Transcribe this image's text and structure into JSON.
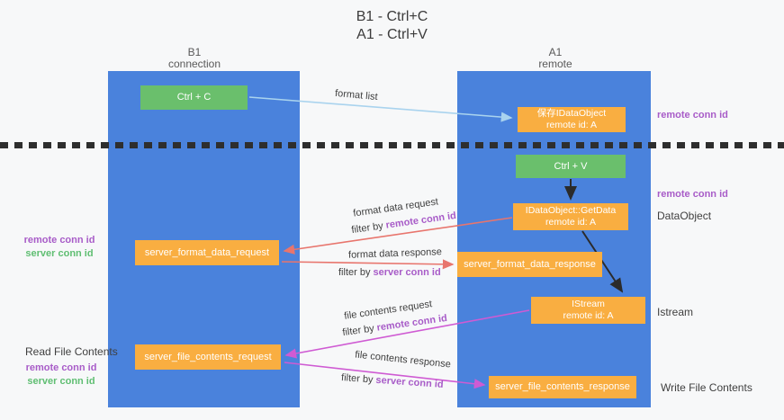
{
  "title": {
    "line1": "B1 - Ctrl+C",
    "line2": "A1 - Ctrl+V"
  },
  "columns": {
    "left": {
      "header_line1": "B1",
      "header_line2": "connection"
    },
    "right": {
      "header_line1": "A1",
      "header_line2": "remote"
    }
  },
  "nodes": {
    "ctrl_c": "Ctrl + C",
    "ctrl_v": "Ctrl + V",
    "save_idataobject_line1": "保存IDataObject",
    "save_idataobject_line2": "remote id: A",
    "getdata_line1": "IDataObject::GetData",
    "getdata_line2": "remote id: A",
    "istream_line1": "IStream",
    "istream_line2": "remote id: A",
    "format_request": "server_format_data_request",
    "format_response": "server_format_data_response",
    "file_request": "server_file_contents_request",
    "file_response": "server_file_contents_response"
  },
  "arrow_labels": {
    "format_list": "format list",
    "format_data_request": "format data request",
    "format_data_response": "format data response",
    "file_contents_request": "file contents request",
    "file_contents_response": "file contents response",
    "filter_by": "filter by",
    "remote_conn_id": "remote conn id",
    "server_conn_id": "server conn id"
  },
  "side_labels": {
    "remote_conn_id": "remote conn id",
    "server_conn_id": "server conn id",
    "data_object": "DataObject",
    "istream": "Istream",
    "read_file_contents": "Read File Contents",
    "write_file_contents": "Write File Contents"
  },
  "colors": {
    "column_blue": "#4a82dc",
    "node_green": "#6abf6c",
    "node_orange": "#f9ae41",
    "purple_text": "#a85cc8",
    "green_text": "#5fbe72",
    "arrow_lightblue": "#a9d3ee",
    "arrow_salmon": "#e8756d",
    "arrow_magenta": "#cf5bd3",
    "arrow_black": "#2b2b2b"
  }
}
